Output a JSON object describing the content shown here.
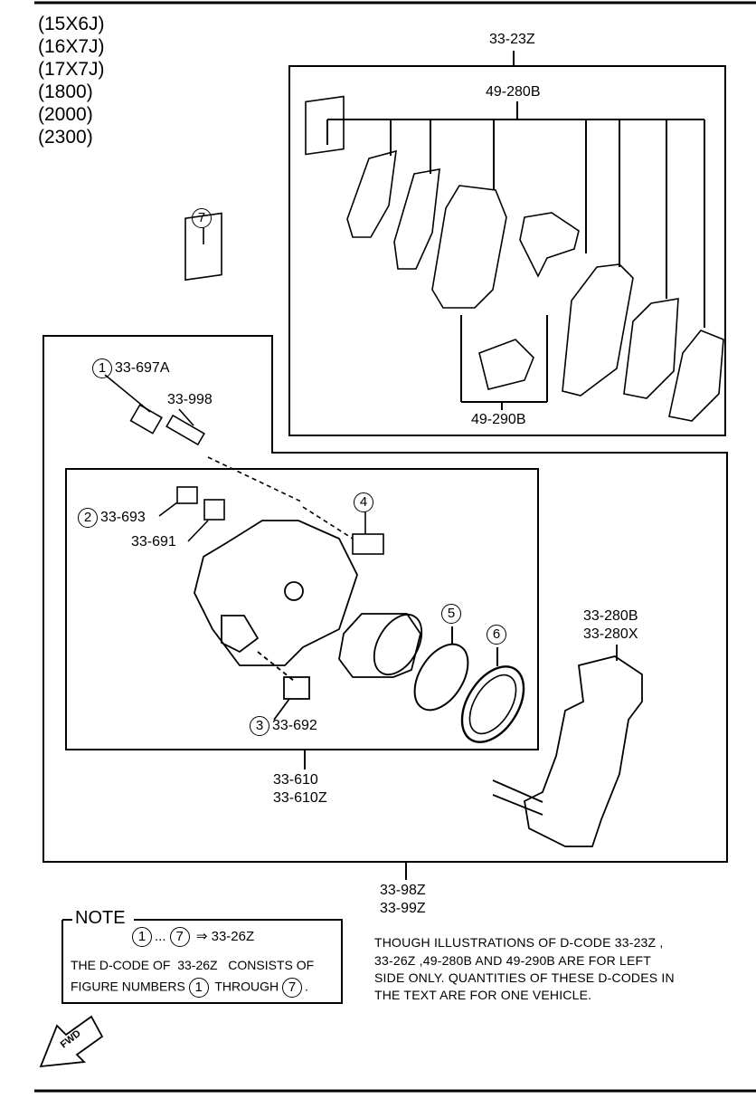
{
  "variants": [
    "(15X6J)",
    "(16X7J)",
    "(17X7J)",
    "(1800)",
    "(2000)",
    "(2300)"
  ],
  "parts": {
    "kit_top": "33-23Z",
    "pad_set": "49-280B",
    "clip_set": "49-290B",
    "fig1_num": "1",
    "fig1_code": "33-697A",
    "guide_pin": "33-998",
    "fig2_num": "2",
    "fig2_code": "33-693",
    "bleeder": "33-691",
    "fig3_num": "3",
    "fig3_code": "33-692",
    "fig4_num": "4",
    "fig5_num": "5",
    "fig6_num": "6",
    "fig7_num": "7",
    "caliper_1": "33-610",
    "caliper_2": "33-610Z",
    "bracket_1": "33-280B",
    "bracket_2": "33-280X",
    "assy_1": "33-98Z",
    "assy_2": "33-99Z"
  },
  "note": {
    "title": "NOTE",
    "range_from": "1",
    "range_dots": "...",
    "range_to": "7",
    "arrow": "⇒",
    "kit_code": "33-26Z",
    "line2_a": "THE D-CODE OF",
    "line2_code": "33-26Z",
    "line2_b": "CONSISTS OF",
    "line3_a": "FIGURE NUMBERS",
    "line3_from": "1",
    "line3_mid": "THROUGH",
    "line3_to": "7",
    "line3_end": "."
  },
  "footnote": [
    "THOUGH ILLUSTRATIONS OF D-CODE 33-23Z ,",
    "33-26Z ,49-280B AND 49-290B ARE FOR LEFT",
    "SIDE ONLY. QUANTITIES OF THESE D-CODES IN",
    "THE TEXT ARE FOR ONE VEHICLE."
  ],
  "fwd_label": "FWD"
}
